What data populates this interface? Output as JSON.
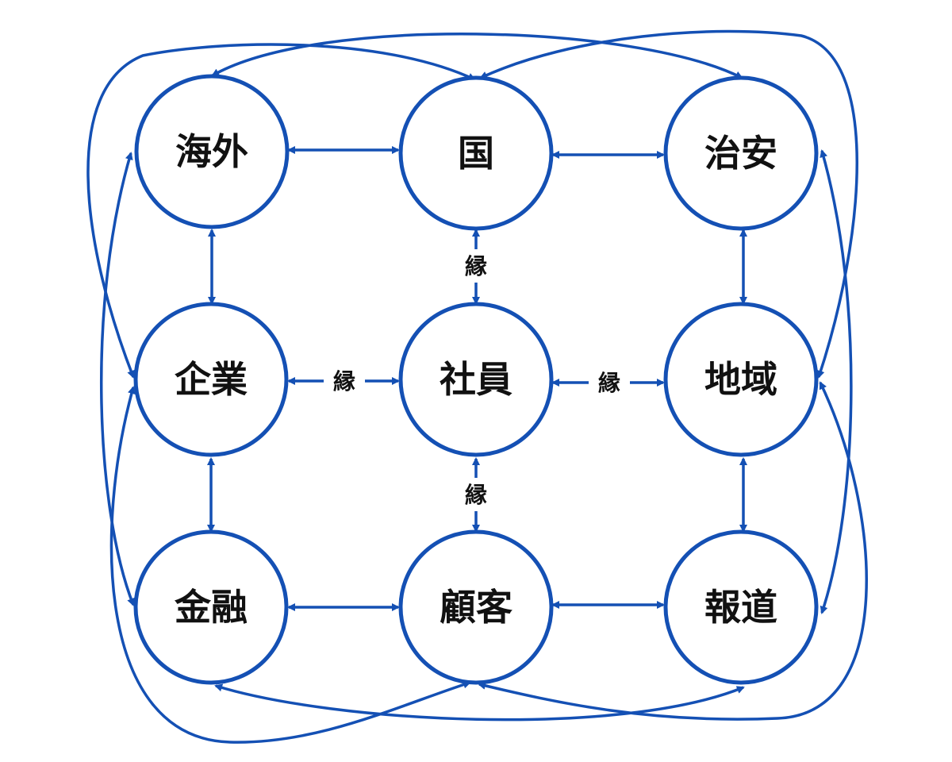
{
  "colors": {
    "accent": "#1450b4",
    "text": "#111111",
    "background": "#ffffff"
  },
  "nodes": {
    "kaigai": "海外",
    "kuni": "国",
    "chian": "治安",
    "kigyo": "企業",
    "shain": "社員",
    "chiiki": "地域",
    "kinyu": "金融",
    "kokyaku": "顧客",
    "hodo": "報道"
  },
  "edge_labels": {
    "kuni_shain": "縁",
    "kigyo_shain": "縁",
    "shain_chiiki": "縁",
    "shain_kokyaku": "縁"
  }
}
